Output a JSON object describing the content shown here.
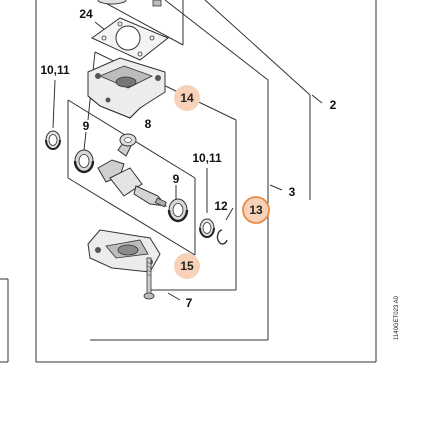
{
  "callouts": {
    "c24": "24",
    "c10_11_left": "10,11",
    "c14": "14",
    "c9_left": "9",
    "c8": "8",
    "c2": "2",
    "c10_11_right": "10,11",
    "c9_right": "9",
    "c3": "3",
    "c12": "12",
    "c13": "13",
    "c15": "15",
    "c7": "7"
  },
  "highlighted_callouts": [
    "14",
    "13",
    "15"
  ],
  "reference_code": "1140GET023 A0",
  "colors": {
    "highlight_fill": "#f7d2b8",
    "highlight_ring": "#e98a46",
    "line": "#333333",
    "part_light": "#ececec",
    "part_mid": "#bcbcbc",
    "part_dark": "#555555"
  }
}
